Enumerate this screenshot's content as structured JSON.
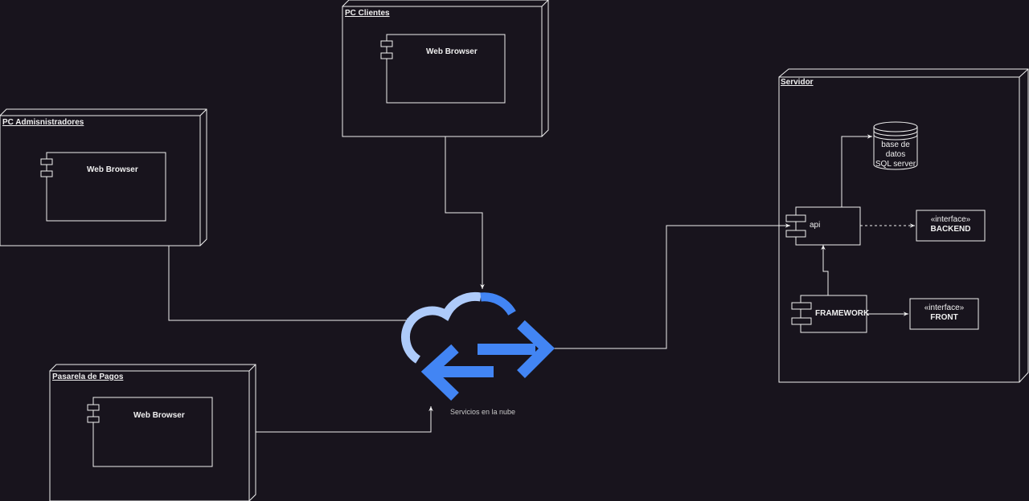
{
  "nodes": {
    "admin": {
      "title": "PC Admisnistradores",
      "component": "Web Browser"
    },
    "clientes": {
      "title": "PC Clientes ",
      "component": "Web Browser"
    },
    "pagos": {
      "title": "Pasarela de Pagos",
      "component": "Web Browser"
    },
    "servidor": {
      "title": "Servidor"
    }
  },
  "cloud": {
    "label": "Servicios en la nube"
  },
  "server_parts": {
    "database": {
      "line1": "base de",
      "line2": "datos",
      "line3": "SQL server"
    },
    "api": {
      "label": "api"
    },
    "backend": {
      "stereotype": "«interface»",
      "name": "BACKEND"
    },
    "framework": {
      "label": "FRAMEWORK"
    },
    "front": {
      "stereotype": "«interface»",
      "name": "FRONT"
    }
  },
  "colors": {
    "background": "#18141d",
    "stroke": "#f0f0f0",
    "cloud_light": "#aecbfa",
    "cloud_blue": "#4285f4"
  }
}
